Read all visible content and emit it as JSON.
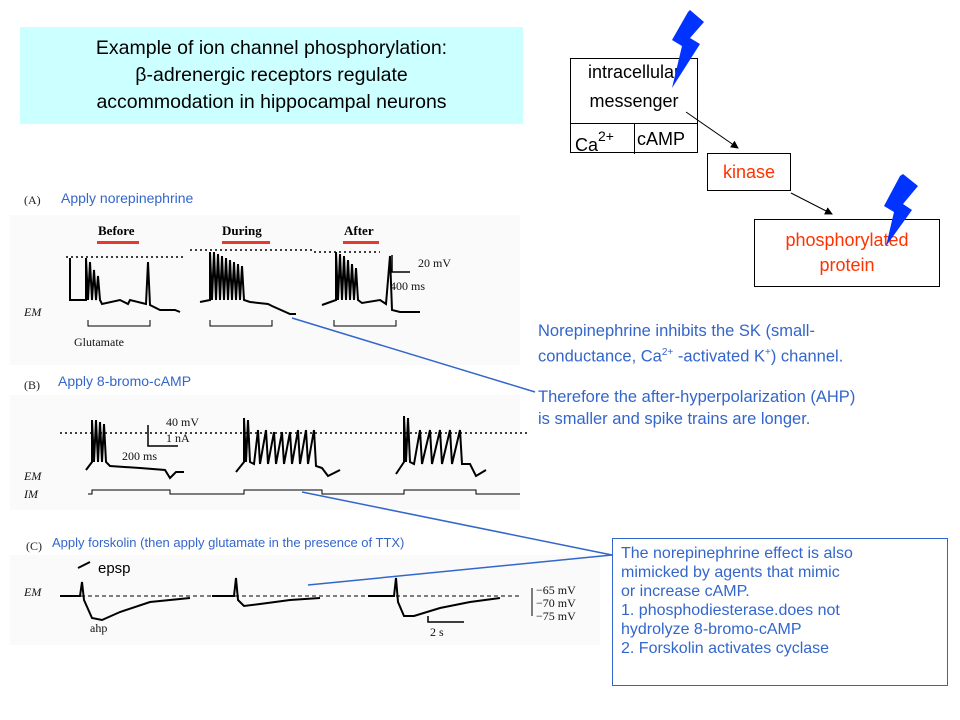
{
  "title": {
    "line1": "Example of ion channel phosphorylation:",
    "line2": "β-adrenergic receptors regulate",
    "line3": "accommodation in hippocampal neurons"
  },
  "pathway": {
    "messenger_line1": "intracellular",
    "messenger_line2": "messenger",
    "ca_label": "Ca",
    "ca_superscript": "2+",
    "camp_label": "cAMP",
    "kinase": "kinase",
    "protein_line1": "phosphorylated",
    "protein_line2": "protein",
    "accent_color": "#ff3300",
    "lightning_color": "#0033ff"
  },
  "panels": {
    "a": {
      "letter": "(A)",
      "label": "Apply norepinephrine",
      "before": "Before",
      "during": "During",
      "after": "After",
      "scale_v": "20 mV",
      "scale_t": "400 ms",
      "em": "EM",
      "glutamate": "Glutamate"
    },
    "b": {
      "letter": "(B)",
      "label": "Apply 8-bromo-cAMP",
      "scale_v": "40 mV",
      "scale_i": "1 nA",
      "scale_t": "200 ms",
      "em": "EM",
      "im": "IM"
    },
    "c": {
      "letter": "(C)",
      "label": "Apply forskolin (then apply glutamate in the presence of TTX)",
      "epsp": "epsp",
      "ahp": "ahp",
      "em": "EM",
      "v1": "−65 mV",
      "v2": "−70 mV",
      "v3": "−75 mV",
      "scale_t": "2 s"
    }
  },
  "explanation": {
    "line1": "Norepinephrine inhibits the SK (small-",
    "line2_a": "conductance, Ca",
    "line2_sup1": "2+",
    "line2_b": " -activated K",
    "line2_sup2": "+",
    "line2_c": ") channel.",
    "line3": "Therefore the after-hyperpolarization (AHP)",
    "line4": "is smaller and spike trains are longer."
  },
  "effect_box": {
    "line1": "The norepinephrine effect is also",
    "line2": "mimicked by agents that mimic",
    "line3": "or increase cAMP.",
    "line4": "1. phosphodiesterase.does not",
    "line5": "hydrolyze 8-bromo-cAMP",
    "line6": "2.  Forskolin activates cyclase"
  },
  "colors": {
    "title_bg": "#ccffff",
    "blue_text": "#3366cc",
    "condition_bar": "#e53a2e"
  }
}
